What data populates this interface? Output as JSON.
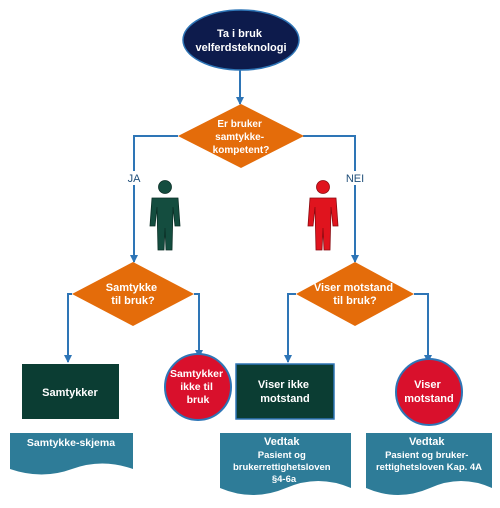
{
  "start": {
    "lines": [
      "Ta i bruk",
      "velferdsteknologi"
    ]
  },
  "decision_competent": {
    "lines": [
      "Er bruker",
      "samtykke-",
      "kompetent?"
    ]
  },
  "branch_yes_label": "JA",
  "branch_no_label": "NEI",
  "decision_consent": {
    "lines": [
      "Samtykke",
      "til bruk?"
    ]
  },
  "decision_resist": {
    "lines": [
      "Viser motstand",
      "til bruk?"
    ]
  },
  "box_consents": {
    "lines": [
      "Samtykker"
    ]
  },
  "circle_not_consent": {
    "lines": [
      "Samtykker",
      "ikke til",
      "bruk"
    ]
  },
  "box_no_resist": {
    "lines": [
      "Viser ikke",
      "motstand"
    ]
  },
  "circle_resist": {
    "lines": [
      "Viser",
      "motstand"
    ]
  },
  "doc_consent_form": {
    "lines": [
      "Samtykke-skjema"
    ]
  },
  "doc_decision_left": {
    "title": "Vedtak",
    "lines": [
      "Pasient og",
      "brukerrettighetsloven",
      "§4-6a"
    ]
  },
  "doc_decision_right": {
    "title": "Vedtak",
    "lines": [
      "Pasient og bruker-",
      "rettighetsloven Kap. 4A"
    ]
  },
  "colors": {
    "navy": "#0d1b4c",
    "orange": "#e46c0a",
    "dark_green": "#0b3d33",
    "red": "#d9102c",
    "teal": "#2e7c98",
    "line": "#2e75b6",
    "person_green": "#144d3f",
    "person_red": "#e0141e"
  },
  "icons": [
    "person-green-icon",
    "person-red-icon"
  ]
}
